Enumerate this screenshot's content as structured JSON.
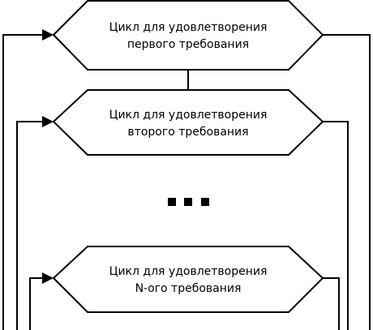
{
  "diagram": {
    "blocks": [
      {
        "line1": "Цикл для удовлетворения",
        "line2": "первого требования"
      },
      {
        "line1": "Цикл для удовлетворения",
        "line2": "второго требования"
      },
      {
        "line1": "Цикл для удовлетворения",
        "line2": "N-ого требования"
      }
    ],
    "ellipsis": "..."
  }
}
